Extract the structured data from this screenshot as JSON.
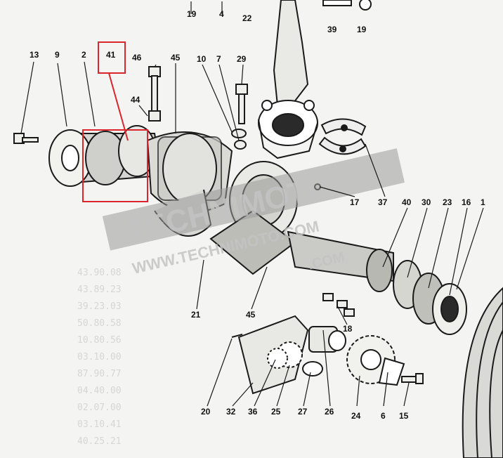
{
  "callouts": {
    "c19a": "19",
    "c4": "4",
    "c22": "22",
    "c39": "39",
    "c19b": "19",
    "c13": "13",
    "c9": "9",
    "c2": "2",
    "c41": "41",
    "c46": "46",
    "c45a": "45",
    "c10": "10",
    "c7": "7",
    "c29": "29",
    "c44": "44",
    "c17": "17",
    "c37": "37",
    "c40": "40",
    "c30": "30",
    "c23": "23",
    "c16": "16",
    "c1": "1",
    "c21": "21",
    "c45b": "45",
    "c18": "18",
    "c20": "20",
    "c32": "32",
    "c36": "36",
    "c25": "25",
    "c27": "27",
    "c26": "26",
    "c24": "24",
    "c6": "6",
    "c15": "15"
  },
  "watermark": {
    "brand": "TECHNIMOTO",
    "domain": "WWW.TECHNIMOTO.COM",
    "domain_small": ".COM"
  },
  "colors": {
    "line": "#1a1a1a",
    "highlight": "#d9252b",
    "watermark_band": "#9a9a9a"
  }
}
